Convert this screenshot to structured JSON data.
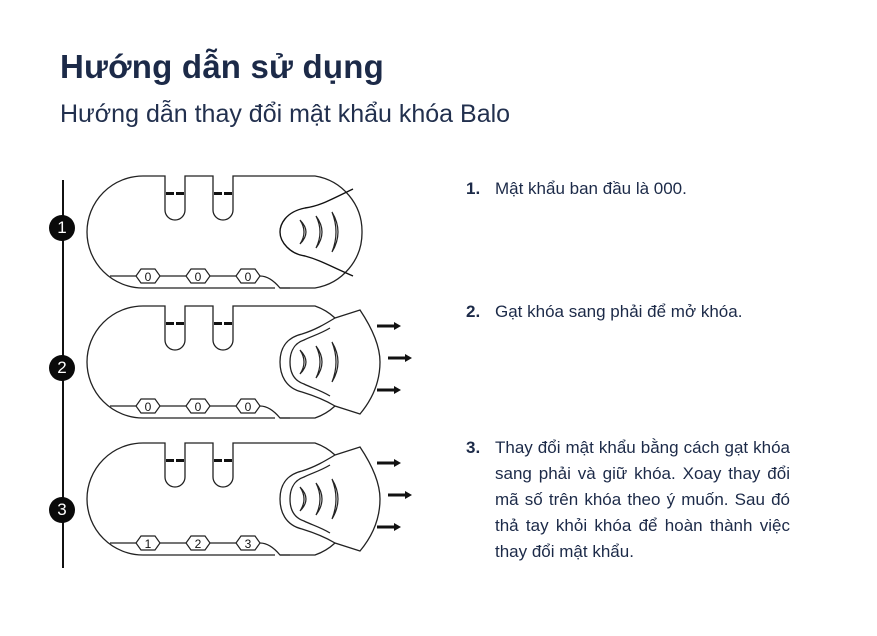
{
  "header": {
    "title": "Hướng dẫn sử dụng",
    "subtitle": "Hướng dẫn thay đổi mật khẩu khóa Balo"
  },
  "diagram": {
    "badges": [
      "1",
      "2",
      "3"
    ],
    "locks": [
      {
        "dials": [
          "0",
          "0",
          "0"
        ],
        "state": "locked",
        "arrows": false
      },
      {
        "dials": [
          "0",
          "0",
          "0"
        ],
        "state": "open",
        "arrows": true
      },
      {
        "dials": [
          "1",
          "2",
          "3"
        ],
        "state": "open",
        "arrows": true
      }
    ]
  },
  "steps": [
    {
      "num": "1.",
      "text": "Mật khẩu ban đầu là 000."
    },
    {
      "num": "2.",
      "text": "Gạt khóa sang phải để mở khóa."
    },
    {
      "num": "3.",
      "text": "Thay đổi mật khẩu bằng cách gạt khóa sang phải và giữ khóa. Xoay thay đổi mã số trên khóa theo ý muốn. Sau đó thả tay khỏi khóa để hoàn thành việc thay đổi mật khẩu."
    }
  ]
}
